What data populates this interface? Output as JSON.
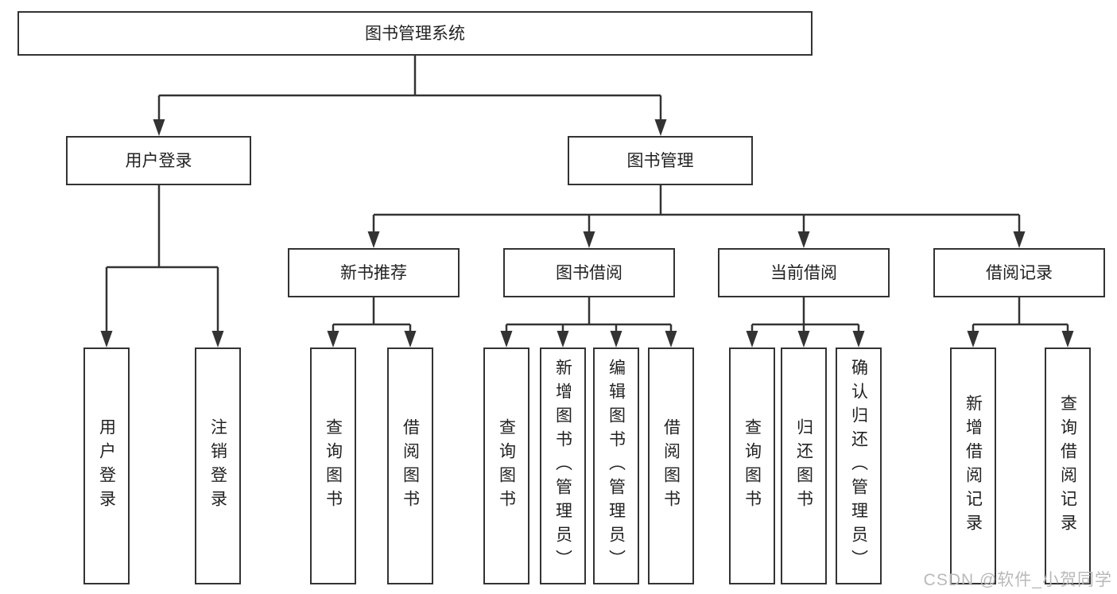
{
  "colors": {
    "line": "#333333",
    "box_border": "#333333",
    "box_fill": "#ffffff",
    "text": "#222222",
    "background": "#ffffff",
    "watermark": "#b9b9b9"
  },
  "watermark": {
    "text": "CSDN @软件_小贺同学"
  },
  "diagram": {
    "type": "hierarchy-tree",
    "root": {
      "label": "图书管理系统"
    },
    "branches": [
      {
        "label": "用户登录",
        "children": [
          {
            "label": "用户登录"
          },
          {
            "label": "注销登录"
          }
        ]
      },
      {
        "label": "图书管理",
        "groups": [
          {
            "label": "新书推荐",
            "children": [
              {
                "label": "查询图书"
              },
              {
                "label": "借阅图书"
              }
            ]
          },
          {
            "label": "图书借阅",
            "children": [
              {
                "label": "查询图书"
              },
              {
                "label": "新增图书（管理员）"
              },
              {
                "label": "编辑图书（管理员）"
              },
              {
                "label": "借阅图书"
              }
            ]
          },
          {
            "label": "当前借阅",
            "children": [
              {
                "label": "查询图书"
              },
              {
                "label": "归还图书"
              },
              {
                "label": "确认归还（管理员）"
              }
            ]
          },
          {
            "label": "借阅记录",
            "children": [
              {
                "label": "新增借阅记录"
              },
              {
                "label": "查询借阅记录"
              }
            ]
          }
        ]
      }
    ]
  }
}
